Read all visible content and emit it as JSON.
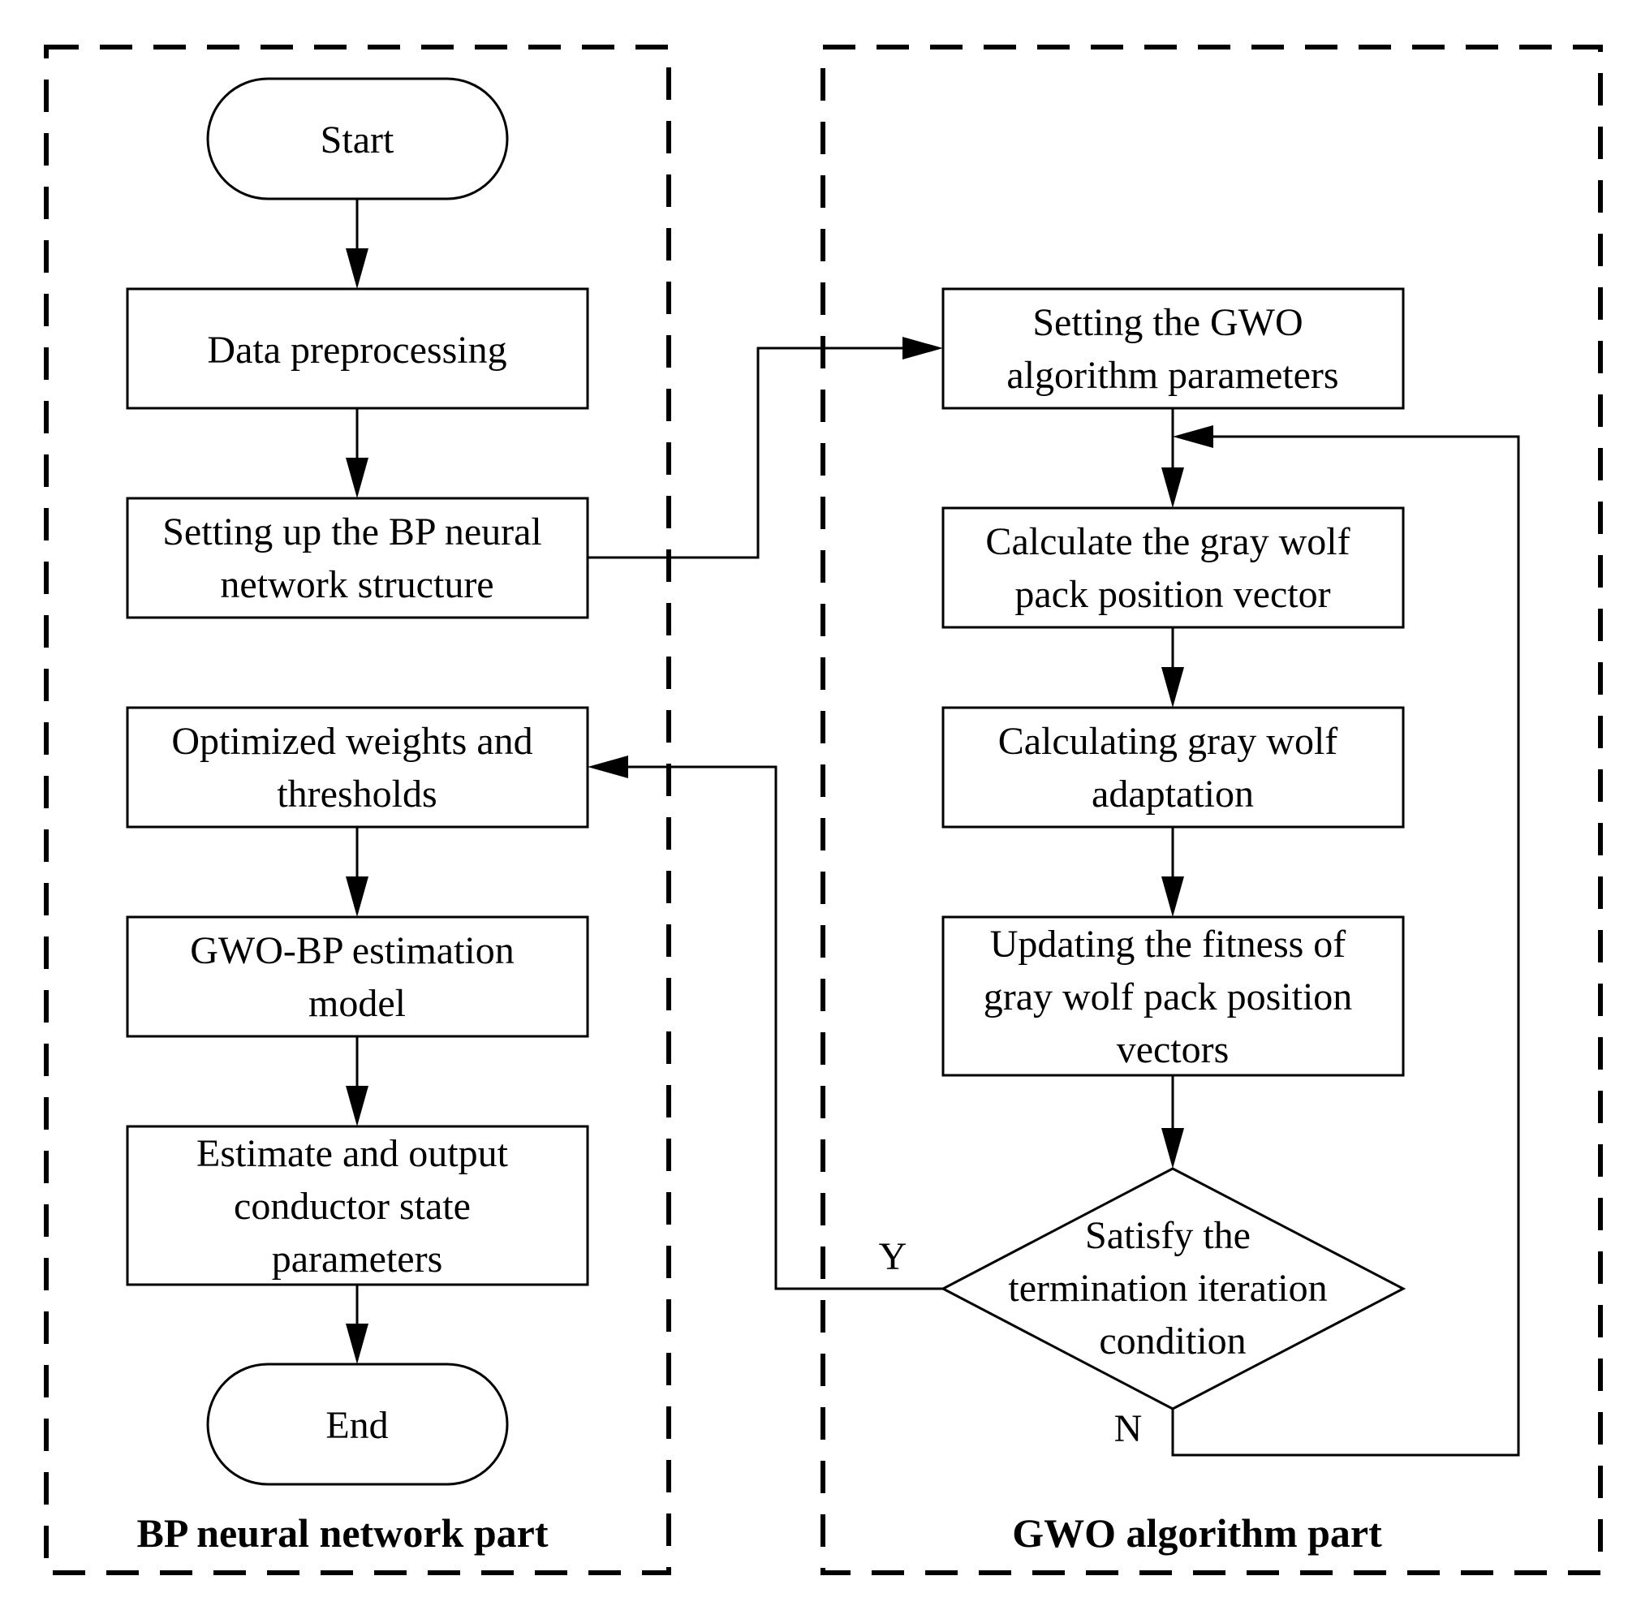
{
  "groups": {
    "bp": "BP neural network part",
    "gwo": "GWO algorithm part"
  },
  "nodes": {
    "start": "Start",
    "data_pre": "Data preprocessing",
    "bp_struct": [
      "Setting up the BP neural",
      "network structure"
    ],
    "opt_weights": [
      "Optimized weights and",
      "thresholds"
    ],
    "gwo_bp_model": [
      "GWO-BP estimation",
      "model"
    ],
    "estimate": [
      "Estimate and output",
      "conductor state",
      "parameters"
    ],
    "end": "End",
    "gwo_params": [
      "Setting the GWO",
      "algorithm parameters"
    ],
    "calc_position": [
      "Calculate the gray wolf",
      "pack position vector"
    ],
    "calc_adapt": [
      "Calculating gray wolf",
      "adaptation"
    ],
    "update_fitness": [
      "Updating the fitness of",
      "gray wolf pack position",
      "vectors"
    ],
    "decision": [
      "Satisfy the",
      "termination iteration",
      "condition"
    ]
  },
  "edge_labels": {
    "yes": "Y",
    "no": "N"
  }
}
